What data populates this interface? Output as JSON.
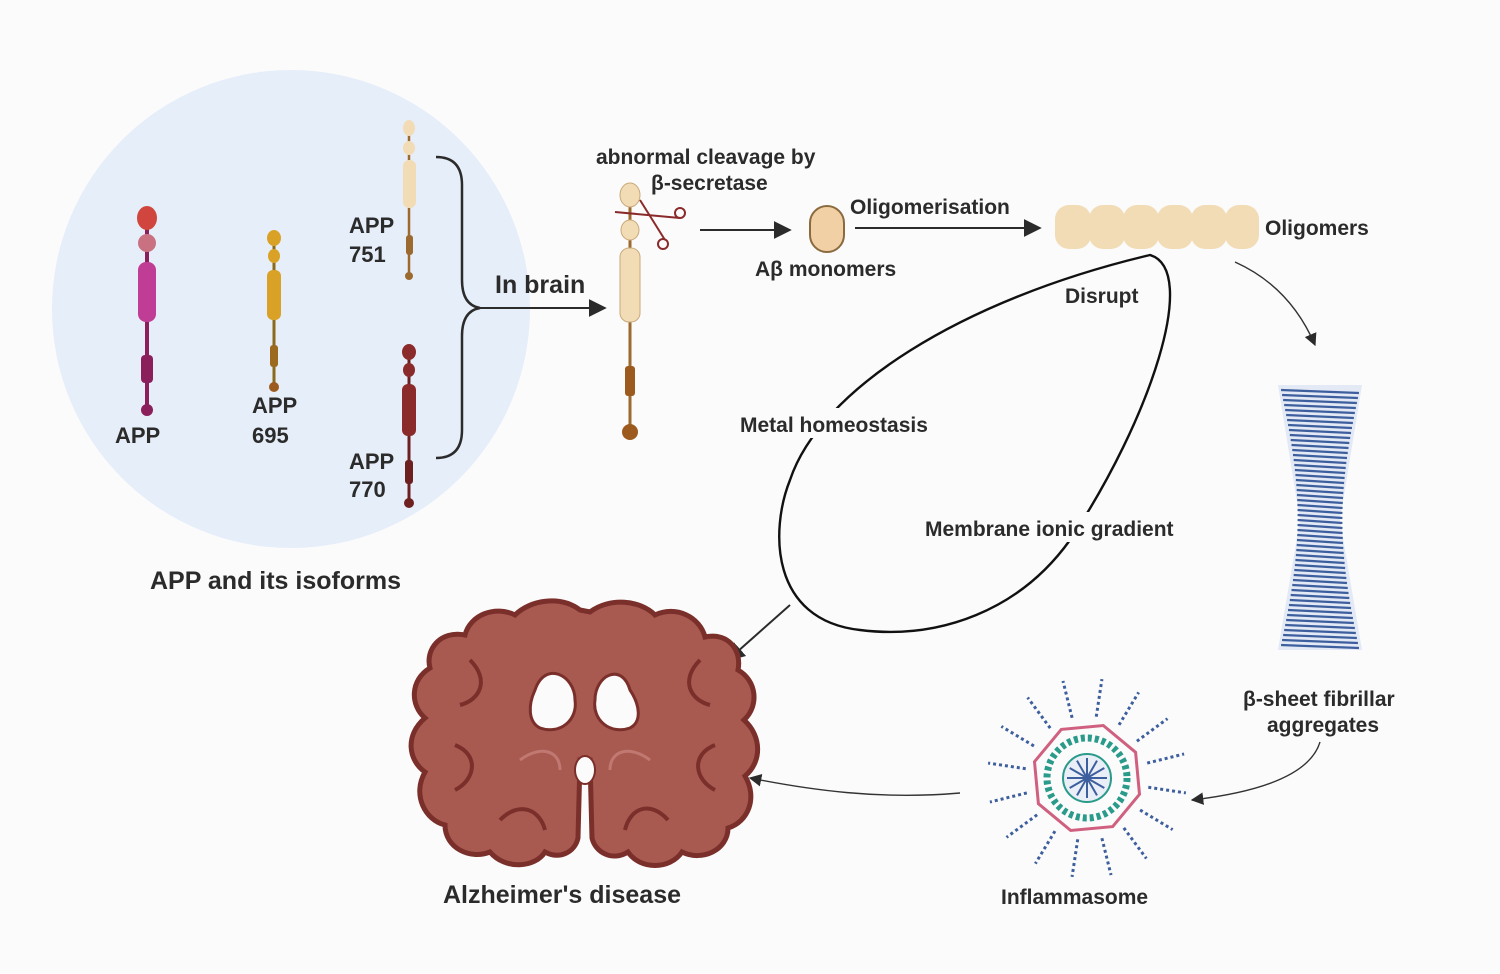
{
  "isoforms": {
    "group_label": "APP and its isoforms",
    "app_label": "APP",
    "app695": [
      "APP",
      "695"
    ],
    "app751": [
      "APP",
      "751"
    ],
    "app770": [
      "APP",
      "770"
    ]
  },
  "pathway": {
    "in_brain": "In brain",
    "cleavage": [
      "abnormal cleavage by",
      "β-secretase"
    ],
    "monomers": "Aβ monomers",
    "oligomerisation": "Oligomerisation",
    "oligomers": "Oligomers",
    "disrupt": "Disrupt",
    "metal_homeostasis": "Metal homeostasis",
    "membrane_gradient": "Membrane ionic gradient",
    "fibrils": [
      "β-sheet fibrillar",
      "aggregates"
    ],
    "inflammasome": "Inflammasome",
    "disease": "Alzheimer's disease"
  },
  "colors": {
    "background": "#fbfbfb",
    "isoform_circle": "#e6eef9",
    "app_magenta": "#c03d96",
    "app_gold": "#d9a227",
    "app_maroon": "#8b2a2a",
    "app_beige": "#f2dcb6",
    "fibril_blue": "#3e5f9e",
    "brain": "#a85a50",
    "brain_dark": "#7a2f2a"
  },
  "icons": [
    "scissors-icon",
    "brain-icon",
    "fibril-icon",
    "inflammasome-icon"
  ]
}
